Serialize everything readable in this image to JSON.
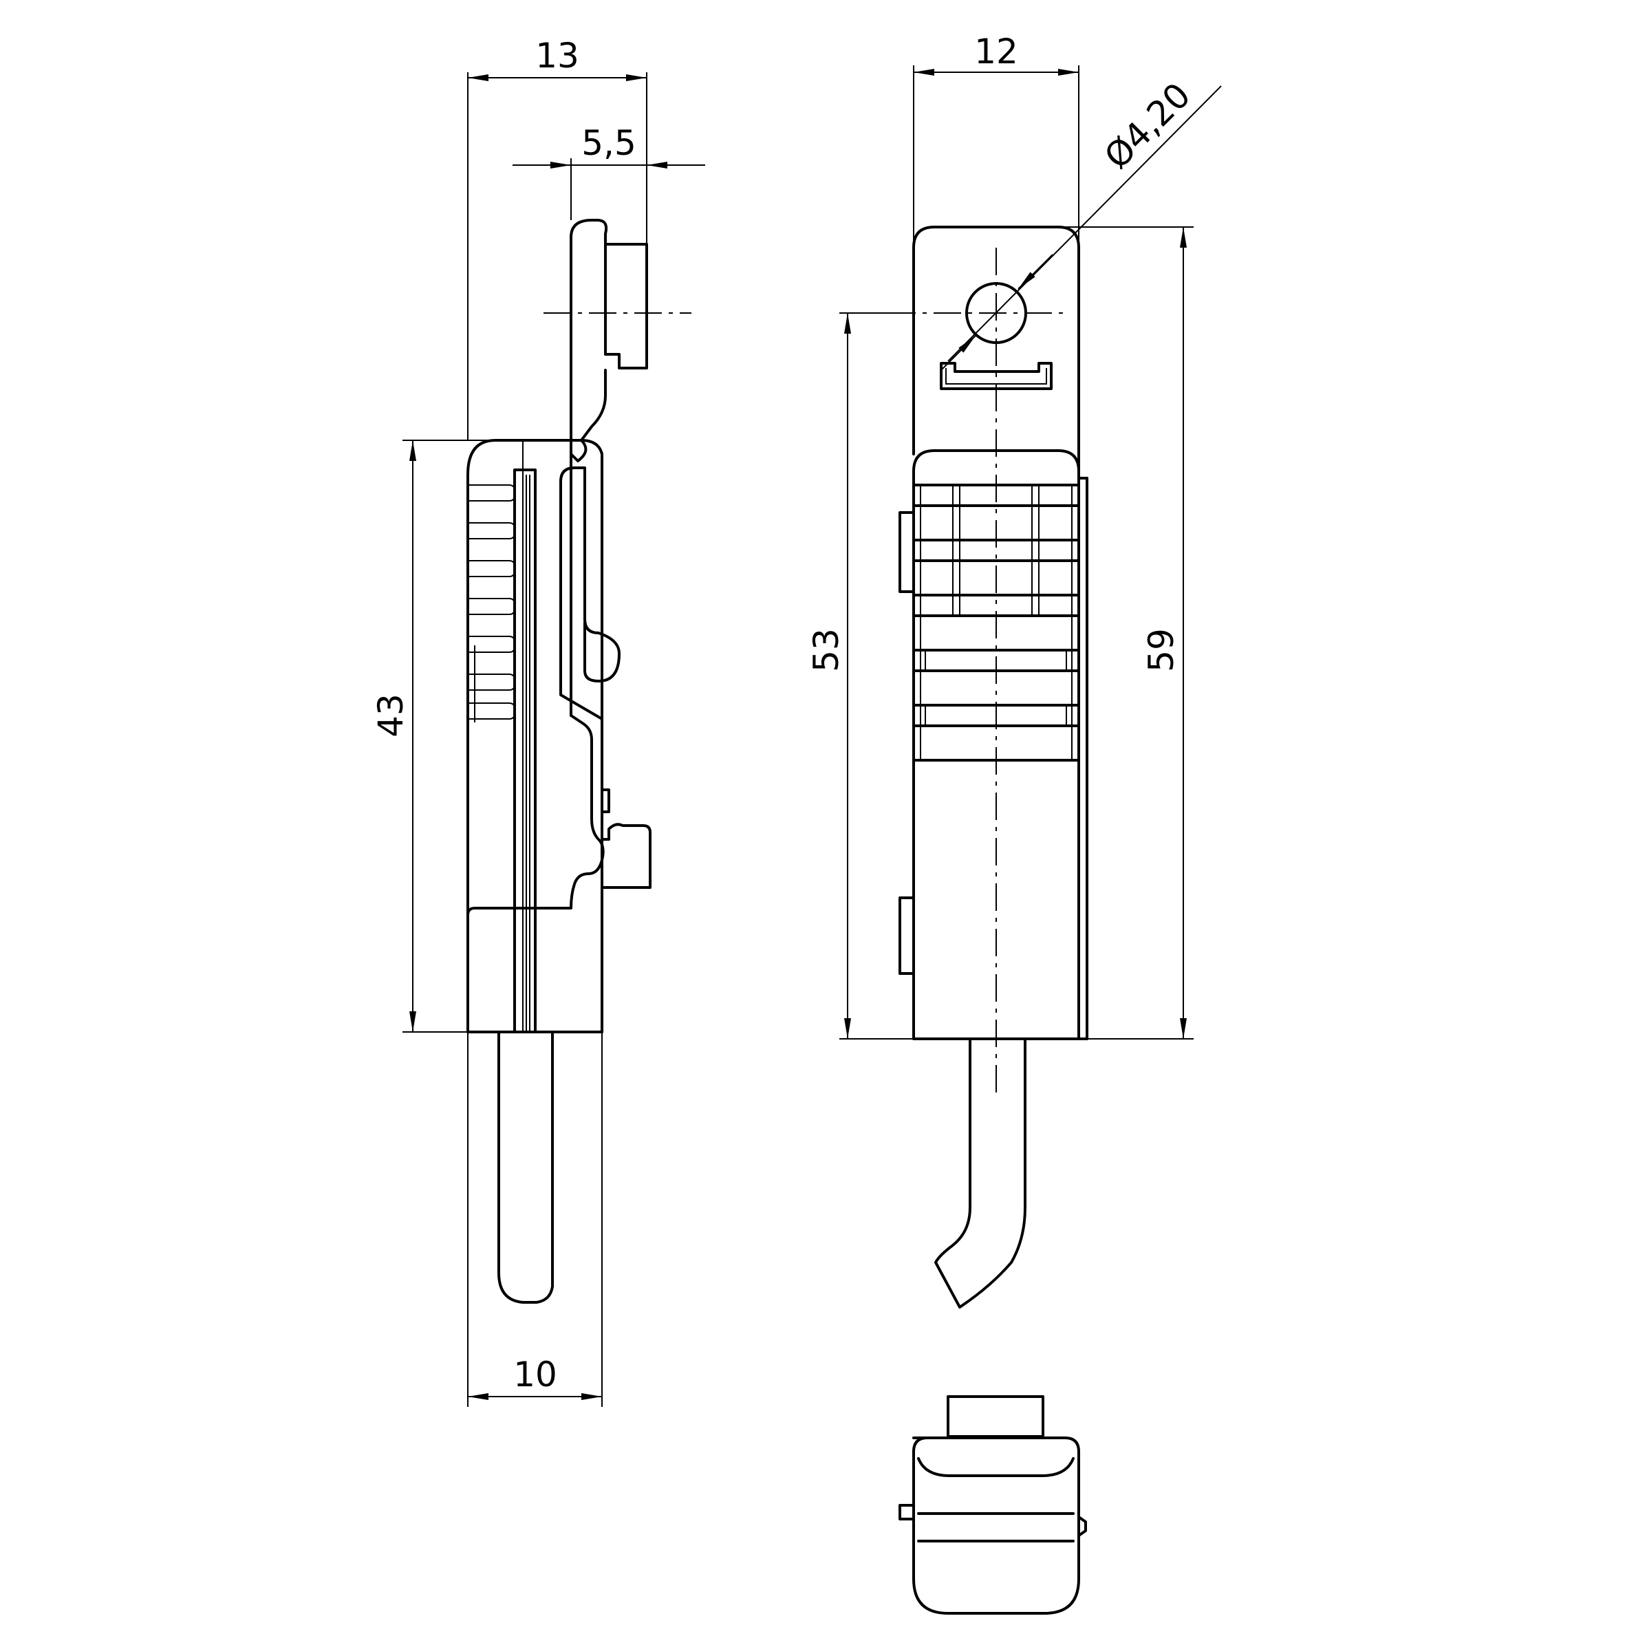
{
  "dimensions": {
    "side_top_width": "13",
    "side_offset": "5,5",
    "side_height": "43",
    "side_bottom_width": "10",
    "front_width": "12",
    "front_hole_diameter": "Ø4,20",
    "front_height_body": "53",
    "front_height_total": "59"
  }
}
